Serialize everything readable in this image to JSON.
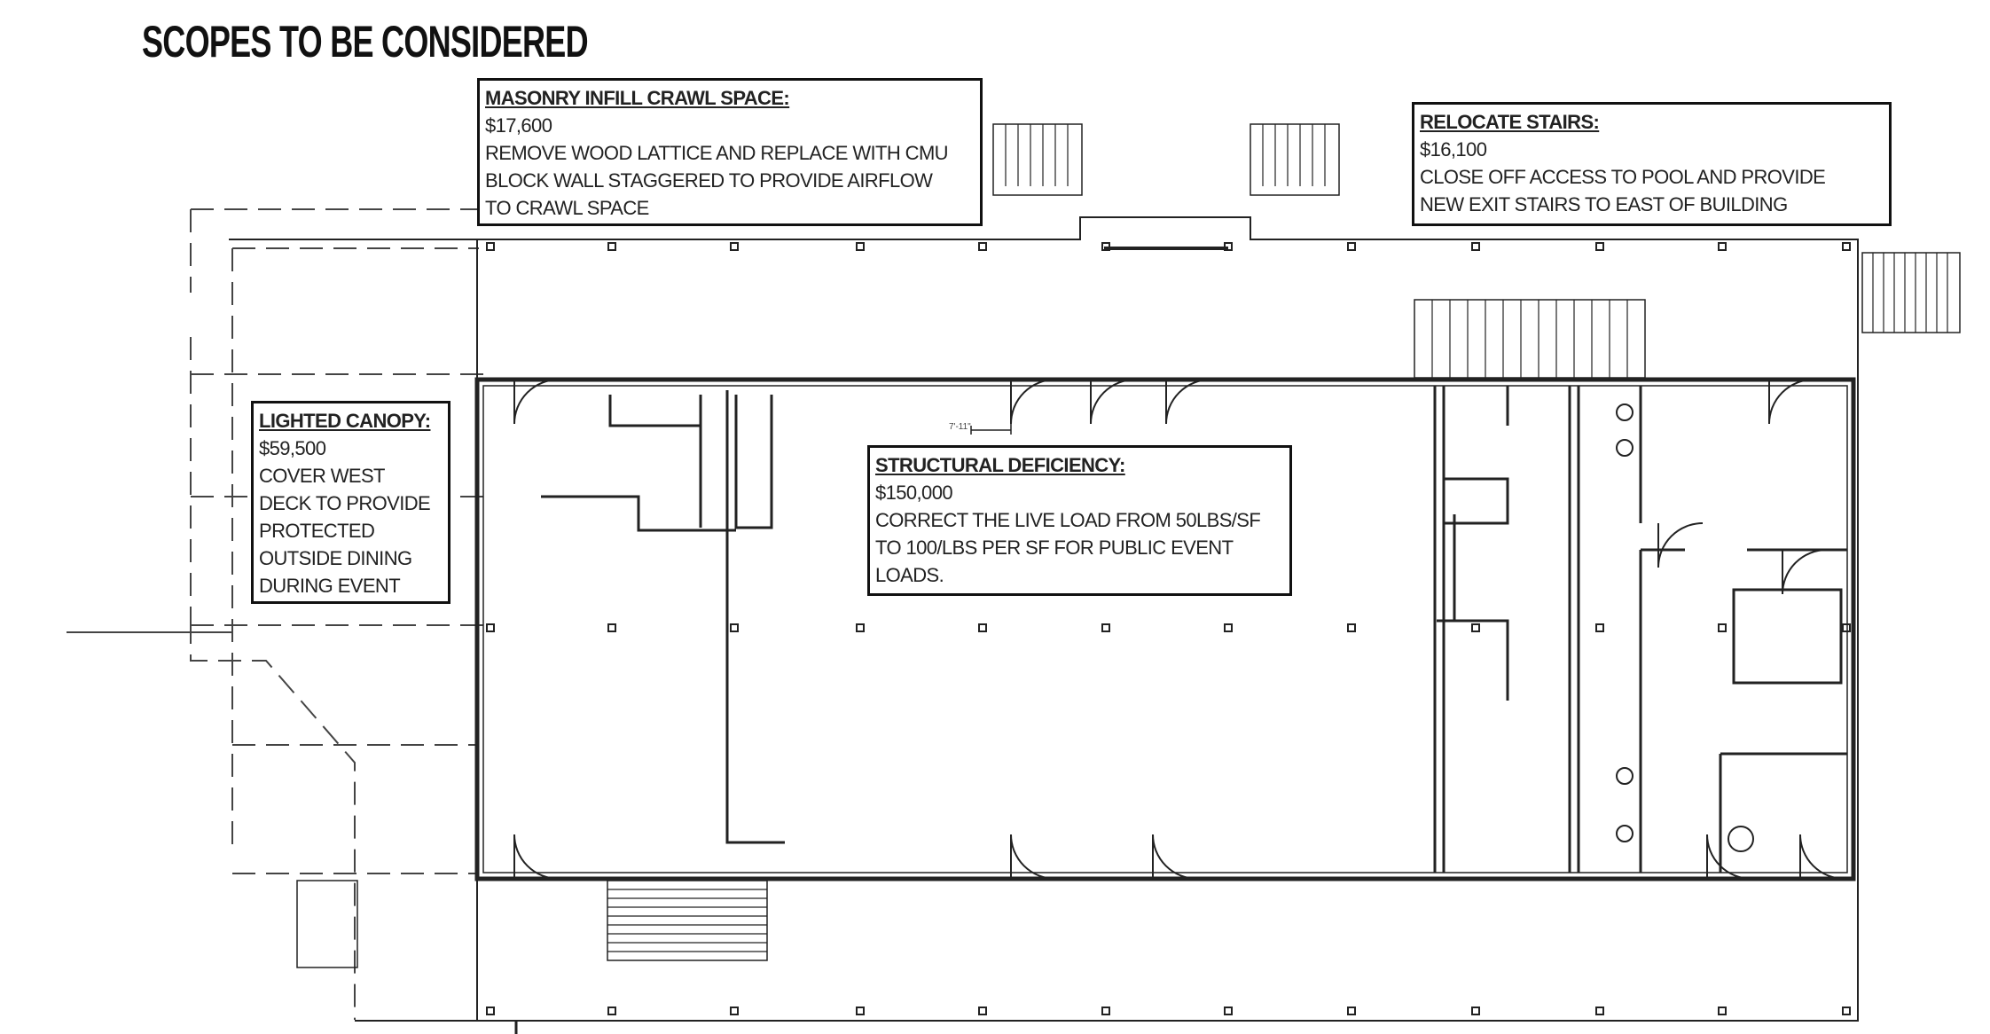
{
  "title": "SCOPES TO BE CONSIDERED",
  "notes": {
    "masonry": {
      "heading": "MASONRY INFILL CRAWL SPACE:",
      "cost": "$17,600",
      "lines": [
        "REMOVE WOOD LATTICE AND REPLACE WITH CMU",
        "BLOCK WALL STAGGERED TO PROVIDE AIRFLOW",
        "TO CRAWL SPACE"
      ]
    },
    "stairs": {
      "heading": "RELOCATE STAIRS:",
      "cost": "$16,100",
      "lines": [
        "CLOSE OFF ACCESS TO POOL AND PROVIDE",
        "NEW EXIT STAIRS TO EAST OF BUILDING"
      ]
    },
    "canopy": {
      "heading": "LIGHTED CANOPY:",
      "cost": "$59,500",
      "lines": [
        "COVER WEST",
        "DECK TO PROVIDE",
        "PROTECTED",
        "OUTSIDE DINING",
        "DURING EVENT"
      ]
    },
    "structural": {
      "heading": "STRUCTURAL DEFICIENCY:",
      "cost": "$150,000",
      "lines": [
        "CORRECT THE LIVE LOAD FROM 50LBS/SF",
        "TO 100/LBS PER SF FOR PUBLIC EVENT",
        "LOADS."
      ]
    }
  },
  "dimension": "7'-11\""
}
